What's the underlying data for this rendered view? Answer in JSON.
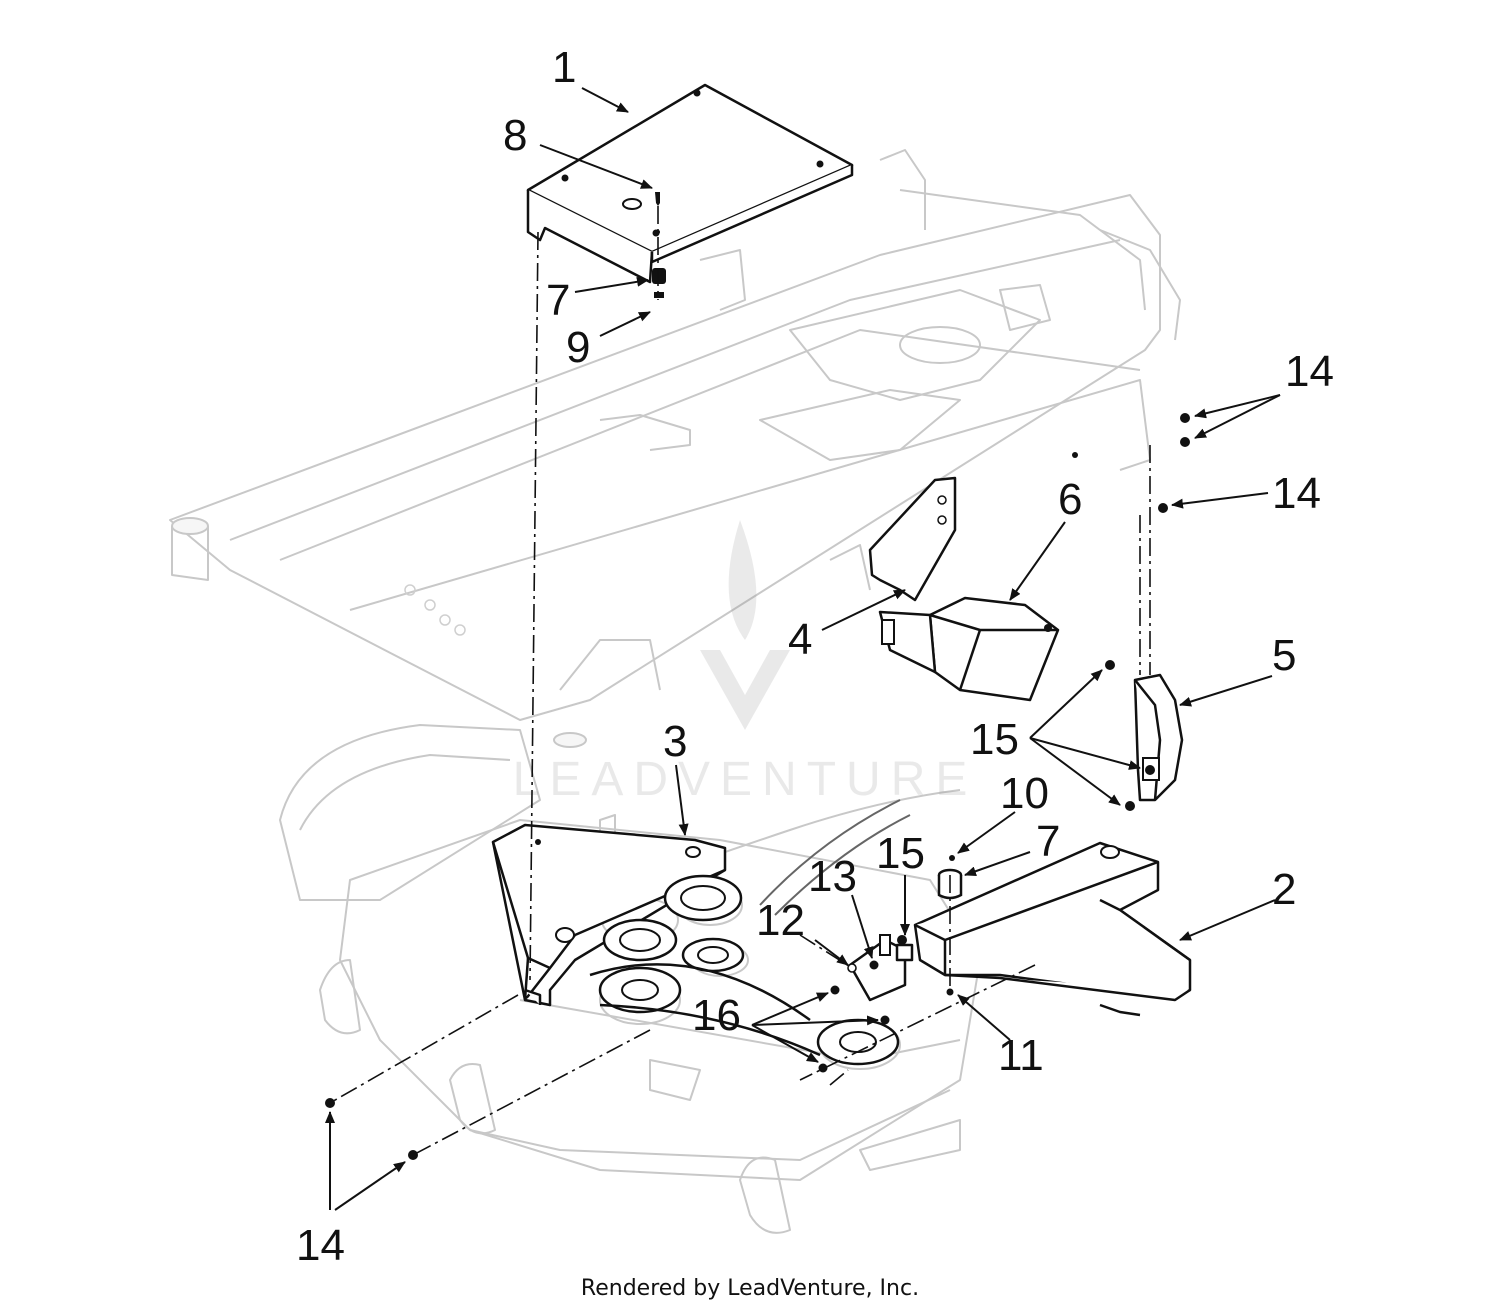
{
  "diagram": {
    "callouts": {
      "c1": "1",
      "c2": "2",
      "c3": "3",
      "c4": "4",
      "c5": "5",
      "c6": "6",
      "c7a": "7",
      "c7b": "7",
      "c8": "8",
      "c9": "9",
      "c10": "10",
      "c11": "11",
      "c12": "12",
      "c13": "13",
      "c14a": "14",
      "c14b": "14",
      "c14c": "14",
      "c15a": "15",
      "c15b": "15",
      "c16": "16"
    },
    "watermark": "LEADVENTURE",
    "footer": "Rendered by LeadVenture, Inc."
  }
}
